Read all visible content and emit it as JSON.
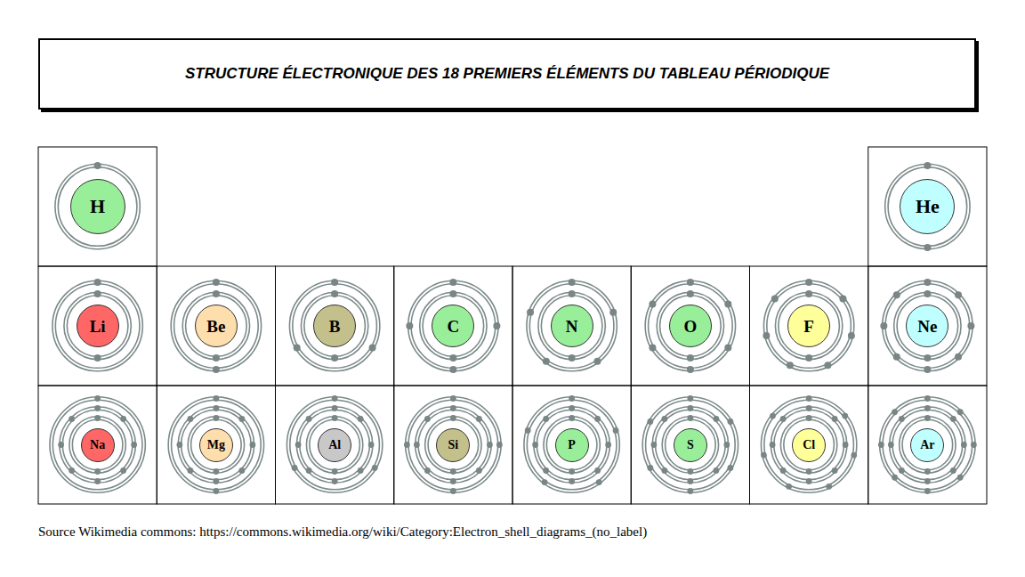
{
  "diagram": {
    "title": "STRUCTURE ÉLECTRONIQUE DES 18 PREMIERS ÉLÉMENTS DU TABLEAU PÉRIODIQUE",
    "caption": "Source Wikimedia commons: https://commons.wikimedia.org/wiki/Category:Electron_shell_diagrams_(no_label)",
    "nodes": [
      {
        "text": [
          "STRUCTURE ÉLECTRONIQUE DES 18 PREMIERS ÉLÉMENTS DU TABLEAU PÉRIODIQUE"
        ]
      },
      {
        "text": [
          "H"
        ]
      },
      {
        "text": [
          "He"
        ]
      },
      {
        "text": [
          "Li"
        ]
      },
      {
        "text": [
          "Be"
        ]
      },
      {
        "text": [
          "B"
        ]
      },
      {
        "text": [
          "C"
        ]
      },
      {
        "text": [
          "N"
        ]
      },
      {
        "text": [
          "O"
        ]
      },
      {
        "text": [
          "F"
        ]
      },
      {
        "text": [
          "Ne"
        ]
      },
      {
        "text": [
          "Na"
        ]
      },
      {
        "text": [
          "Mg"
        ]
      },
      {
        "text": [
          "Al"
        ]
      },
      {
        "text": [
          "Si"
        ]
      },
      {
        "text": [
          "P"
        ]
      },
      {
        "text": [
          "S"
        ]
      },
      {
        "text": [
          "Cl"
        ]
      },
      {
        "text": [
          "Ar"
        ]
      }
    ]
  }
}
